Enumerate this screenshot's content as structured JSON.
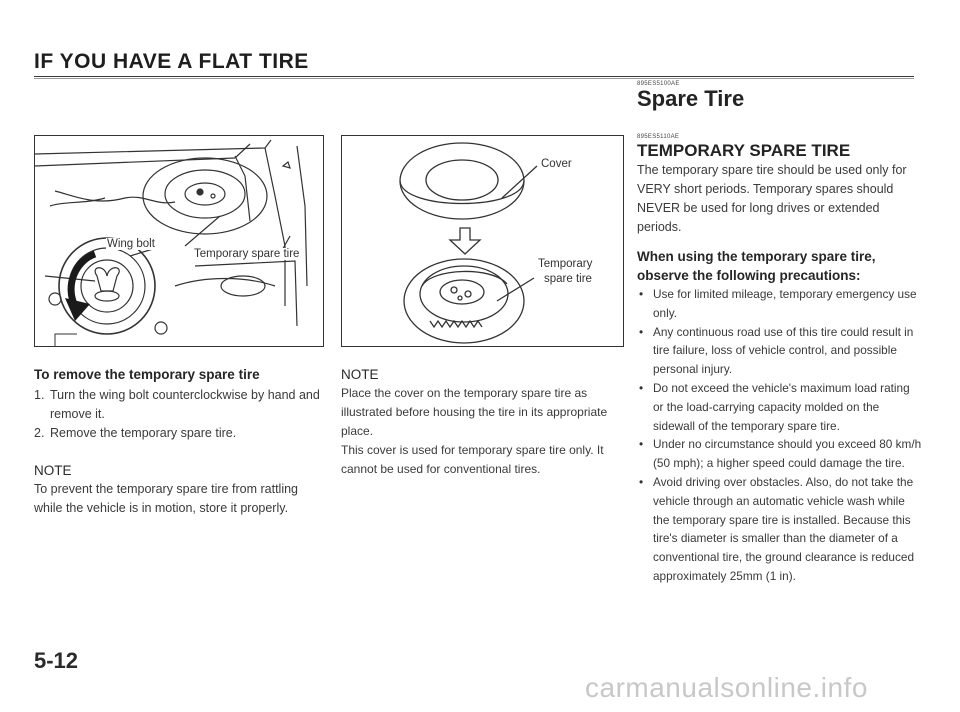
{
  "header": {
    "title": "IF YOU HAVE A FLAT TIRE"
  },
  "section": {
    "code": "895ES5100AE",
    "title": "Spare Tire",
    "sub_code": "895ES5110AE",
    "sub_title": "TEMPORARY SPARE TIRE",
    "intro": "The temporary spare tire should be used only for VERY short periods. Temporary spares should NEVER be used for long drives or extended periods.",
    "precautions_heading": "When using the temporary spare tire, observe the following precautions:",
    "precautions": [
      "Use for limited mileage, temporary emergency use only.",
      "Any continuous road use of this tire could result in tire failure, loss of vehicle control, and possible personal injury.",
      "Do not exceed the vehicle's maximum load rating or the load-carrying capacity molded on the sidewall of the temporary spare tire.",
      "Under no circumstance should you exceed 80 km/h (50 mph); a higher speed could damage the tire.",
      "Avoid driving over obstacles. Also, do not take the vehicle through an automatic vehicle wash while the temporary spare tire is installed. Because this tire's diameter is smaller than the diameter of a conventional tire, the ground clearance is reduced approximately 25mm (1 in)."
    ]
  },
  "figure1": {
    "wing_bolt_label": "Wing bolt",
    "spare_label": "Temporary spare tire"
  },
  "figure2": {
    "cover_label": "Cover",
    "spare_label_1": "Temporary",
    "spare_label_2": "spare tire"
  },
  "remove": {
    "heading": "To remove the temporary spare tire",
    "steps": [
      {
        "num": "1.",
        "text": "Turn the wing bolt counterclockwise by hand and remove it."
      },
      {
        "num": "2.",
        "text": "Remove the temporary spare tire."
      }
    ],
    "note_heading": "NOTE",
    "note_text": "To prevent the temporary spare tire from rattling while the vehicle is in motion, store it properly."
  },
  "cover_note": {
    "heading": "NOTE",
    "text1": "Place the cover on the temporary spare tire as illustrated before housing the tire in its appropriate place.",
    "text2": "This cover is used for temporary spare tire only. It cannot be used for conventional tires."
  },
  "page_number": "5-12",
  "watermark": "carmanualsonline.info"
}
